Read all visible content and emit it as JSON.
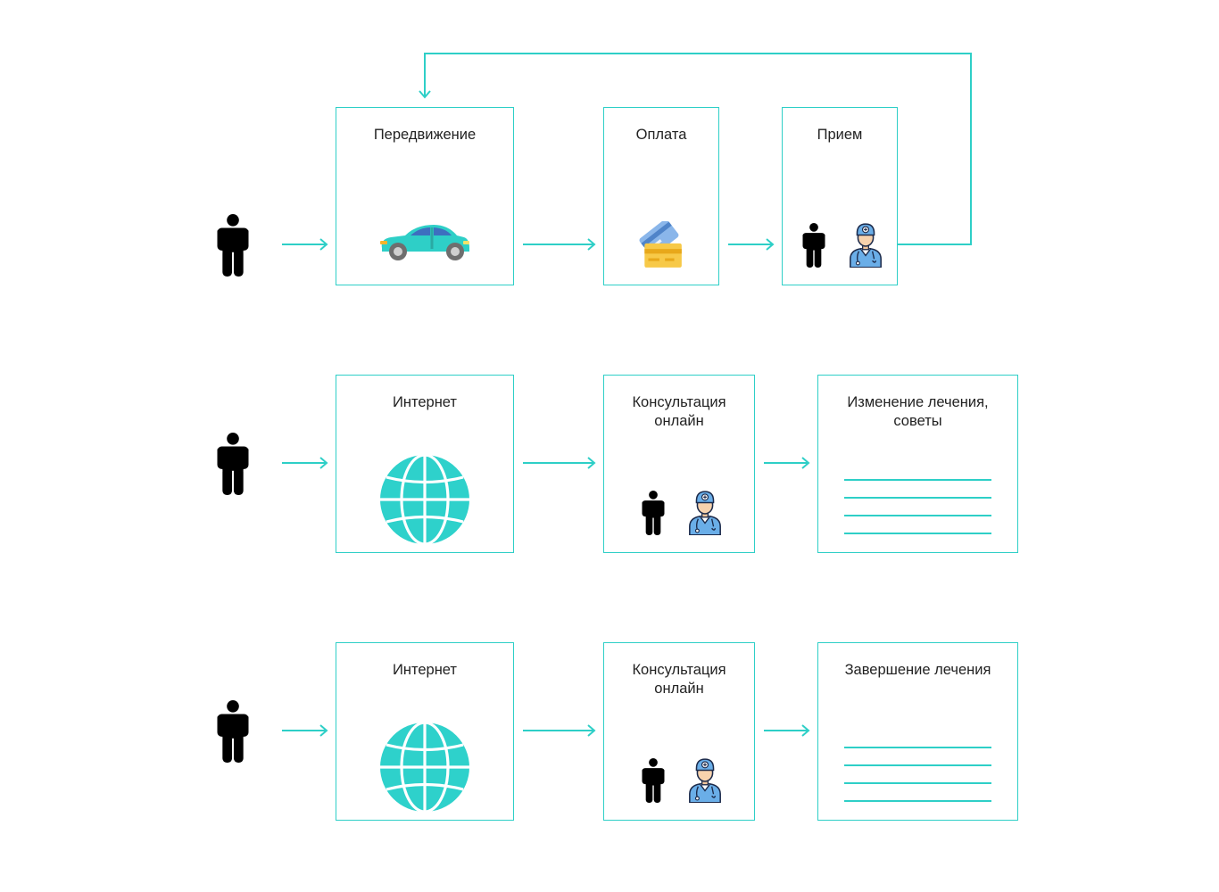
{
  "colors": {
    "accent": "#2ecfc7",
    "text": "#222222",
    "person": "#000000"
  },
  "rows": [
    {
      "steps": [
        {
          "label": "Передвижение",
          "icon": "car-icon"
        },
        {
          "label": "Оплата",
          "icon": "credit-card-icon"
        },
        {
          "label": "Прием",
          "icon": "patient-doctor-icon"
        }
      ],
      "loop_back": true
    },
    {
      "steps": [
        {
          "label": "Интернет",
          "icon": "globe-icon"
        },
        {
          "label": "Консультация\nонлайн",
          "icon": "patient-doctor-icon"
        },
        {
          "label": "Изменение лечения,\nсоветы",
          "icon": "text-lines-icon"
        }
      ],
      "loop_back": false
    },
    {
      "steps": [
        {
          "label": "Интернет",
          "icon": "globe-icon"
        },
        {
          "label": "Консультация\nонлайн",
          "icon": "patient-doctor-icon"
        },
        {
          "label": "Завершение лечения",
          "icon": "text-lines-icon"
        }
      ],
      "loop_back": false
    }
  ]
}
